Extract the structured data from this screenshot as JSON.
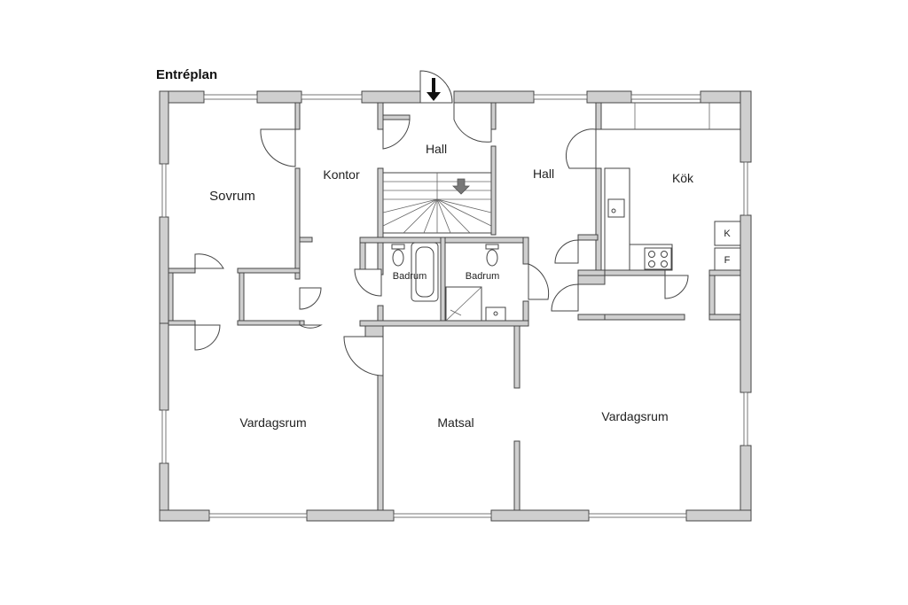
{
  "plan_title": "Entréplan",
  "rooms": {
    "sovrum": "Sovrum",
    "kontor": "Kontor",
    "hall_entry": "Hall",
    "hall_east": "Hall",
    "kok": "Kök",
    "badrum_1": "Badrum",
    "badrum_2": "Badrum",
    "vardagsrum_west": "Vardagsrum",
    "matsal": "Matsal",
    "vardagsrum_east": "Vardagsrum"
  },
  "appliances": {
    "kyl": "K",
    "frys": "F"
  },
  "colors": {
    "wall_fill": "#cfcfcf",
    "wall_stroke": "#444444",
    "stair_arrow": "#777777",
    "entry_arrow": "#111111"
  }
}
